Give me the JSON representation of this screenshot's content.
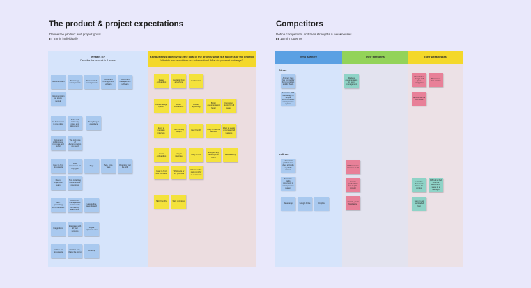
{
  "left_board": {
    "title": "The product & project expectations",
    "subtitle": "Define the product and project goals",
    "timer": "3 min individually",
    "col1": {
      "heading": "What is it?",
      "text": "Describe the product in 3 words",
      "color": "#d6e4fb"
    },
    "col2": {
      "heading": "Key business objective(s) (the goal of the project/ what is a success of the project)",
      "text": "What do you expect from our collaboration? What do you want to change?",
      "color": "#f4d82a",
      "body_color": "#ecdde0"
    },
    "blue_notes": [
      "Documentation",
      "Knowledge management",
      "Documented management",
      "Document management software",
      "Document management software",
      "Documentation on single module",
      "All documents in one place",
      "Take and share my notes and documents",
      "Everything in one place",
      "Document collaboration in private and public",
      "The only type of documentation we need",
      "",
      "Easy to find documents",
      "Find documents for any type",
      "Tags",
      "Tags, links, Tags",
      "Organize your life with",
      "Clean, organized team",
      "Tool collecting documents & resources",
      "",
      "Self-generating documentation",
      "Document management tool to make something searchable",
      "Hassle-free team data of",
      "Integrations",
      "Integrates with all your systems",
      "Digital signature doc",
      "Archive for documents",
      "No data loss, that's the worst",
      "Archiving"
    ],
    "yellow_notes": [
      "Faster onboarding",
      "Available from anywhere",
      "Leaderboard",
      "Unified design system",
      "Better onboarding",
      "Visually appealing",
      "Better documentation faster",
      "Consistent design for all pages",
      "Easy to navigate interface",
      "User friendly design",
      "User friendly",
      "Easy to use for admins",
      "Want to use to understand all features",
      "Great onboarding",
      "Easy to integrate",
      "Easy to find",
      "Easy for any developer to use it",
      "Fast delivery",
      "Easy to find tool overview",
      "Wholesale or any potential",
      "Whatever the pain point for all customers",
      "",
      "SEO friendly",
      "SEO optimized"
    ]
  },
  "right_board": {
    "title": "Competitors",
    "subtitle": "Define competitors and their strengths & weaknesses",
    "timer": "15 min together",
    "columns": [
      {
        "heading": "Who & where",
        "color": "#5ba0e3",
        "body_color": "#d6e4fb"
      },
      {
        "heading": "Their strengths",
        "color": "#93d359",
        "body_color": "#e3e3ef"
      },
      {
        "heading": "Their weaknesses",
        "color": "#f4d82a",
        "body_color": "#ece1e6"
      }
    ],
    "row_direct": "Direct",
    "row_indirect": "Indirect",
    "direct_who": [
      "Acomer: best free competitor documentation tool for SaaS",
      "Ecommo: B2B knowledge in simple documentation management system"
    ],
    "direct_strength": [
      "Reduce documentation in team management"
    ],
    "direct_weak": [
      "Not intuitive design and poor navigation",
      "There is no free version",
      "Hard to use for non-techs"
    ],
    "indirect_who": [
      "Unrelated product that does all kinds of public context",
      "Ecomato: fields document in management system",
      "Basecamp",
      "Google Drive",
      "Dropbox"
    ],
    "indirect_strength": [
      "Different user interface in all",
      "Known productivity tool is quite popular",
      "Simple, good for sharing"
    ],
    "indirect_weak": [
      "Hard for document layout for context",
      "Difficult to find how the documents sheet in a manager",
      "Easy to get overloaded fast"
    ]
  }
}
